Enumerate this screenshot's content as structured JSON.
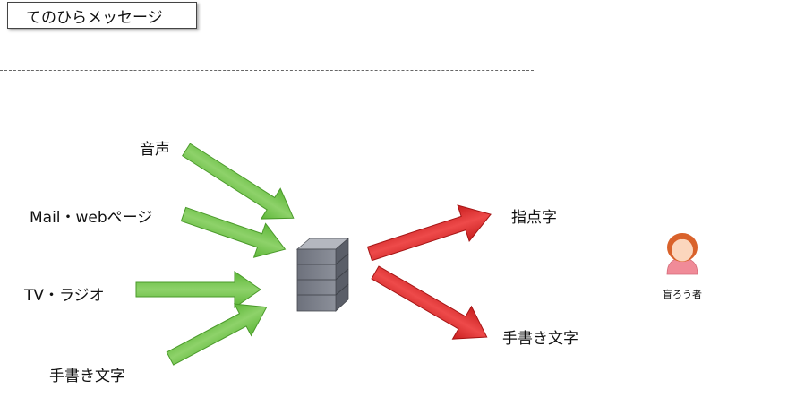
{
  "title": "てのひらメッセージ",
  "inputs": {
    "voice": "音声",
    "mail_web": "Mail・webページ",
    "tv_radio": "TV・ラジオ",
    "handwritten": "手書き文字"
  },
  "outputs": {
    "finger_braille": "指点字",
    "handwritten": "手書き文字"
  },
  "person": {
    "label": "盲ろう者",
    "icon": "person-icon"
  },
  "colors": {
    "input_arrow": "#6cc04a",
    "output_arrow": "#e03030",
    "server": "#7a7e88"
  }
}
